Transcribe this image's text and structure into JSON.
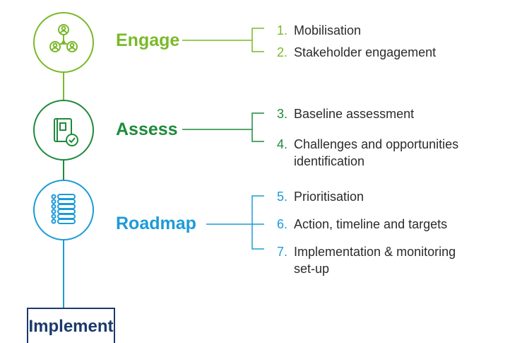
{
  "stages": [
    {
      "label": "Engage",
      "color": "#7ab929",
      "icon": "people-network-icon",
      "steps": [
        {
          "num": "1.",
          "text": "Mobilisation"
        },
        {
          "num": "2.",
          "text": "Stakeholder engagement"
        }
      ]
    },
    {
      "label": "Assess",
      "color": "#1f8a3b",
      "icon": "document-check-icon",
      "steps": [
        {
          "num": "3.",
          "text": "Baseline assessment"
        },
        {
          "num": "4.",
          "text": "Challenges and opportunities",
          "text2": "identification"
        }
      ]
    },
    {
      "label": "Roadmap",
      "color": "#1d9bd7",
      "icon": "checklist-icon",
      "steps": [
        {
          "num": "5.",
          "text": "Prioritisation"
        },
        {
          "num": "6.",
          "text": "Action, timeline and targets"
        },
        {
          "num": "7.",
          "text": "Implementation & monitoring",
          "text2": "set-up"
        }
      ]
    }
  ],
  "final_stage": {
    "label": "Implement",
    "color": "#1b3a6b"
  }
}
